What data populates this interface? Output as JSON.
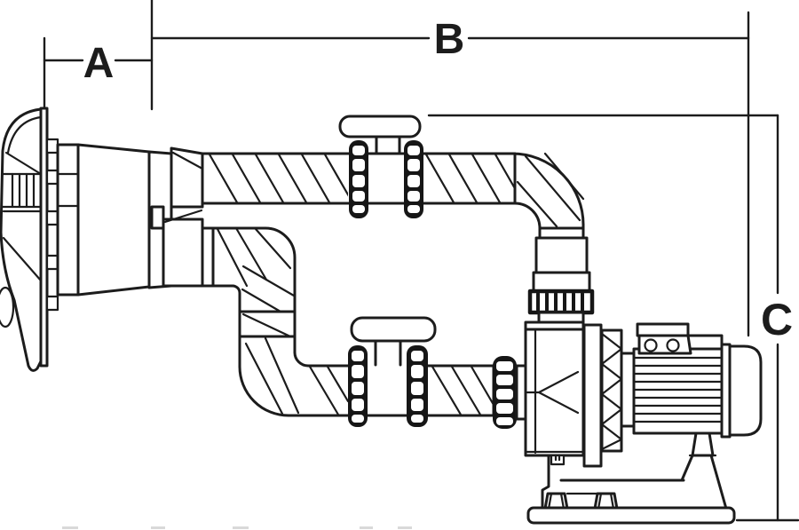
{
  "diagram": {
    "kind": "dimensioned pump installation line drawing",
    "labels": {
      "dim_a": "A",
      "dim_b": "B",
      "dim_c": "C"
    },
    "colors": {
      "line": "#1c1c1c",
      "background": "#ffffff"
    },
    "components": [
      "wall-suction-fitting",
      "upper-pipe-run",
      "upper-shutoff-valve",
      "discharge-union",
      "lower-pipe-run",
      "lower-shutoff-valve",
      "suction-union",
      "pump-casing",
      "motor-assembly",
      "pump-base"
    ]
  }
}
